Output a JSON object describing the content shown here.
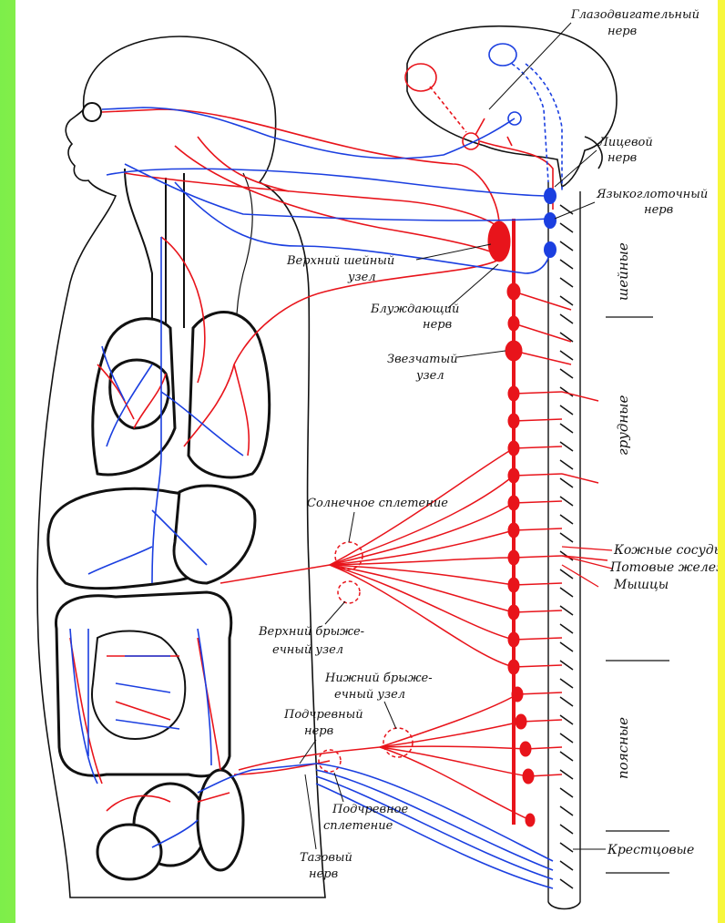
{
  "labels": {
    "oculomotor": [
      "Глазодвигательный",
      "нерв"
    ],
    "facial": [
      "Лицевой",
      "нерв"
    ],
    "glossopharyngeal": [
      "Языкоглоточный",
      "нерв"
    ],
    "superior_cervical": [
      "Верхний шейный",
      "узел"
    ],
    "vagus": [
      "Блуждающий",
      "нерв"
    ],
    "stellate": [
      "Звезчатый",
      "узел"
    ],
    "solar_plexus": [
      "Солнечное сплетение"
    ],
    "superior_mesenteric": [
      "Верхний брыже-",
      "ечный узел"
    ],
    "inferior_mesenteric": [
      "Нижний брыже-",
      "ечный узел"
    ],
    "hypogastric_nerve": [
      "Подчревный",
      "нерв"
    ],
    "hypogastric_plexus": [
      "Подчревное",
      "сплетение"
    ],
    "pelvic_nerve": [
      "Тазовый",
      "нерв"
    ],
    "skin_vessels": "Кожные сосуды",
    "sweat_glands": "Потовые железы",
    "muscles": "Мышцы",
    "sacral": "Крестцовые"
  },
  "regions": {
    "cervical": "шейные",
    "thoracic": "грудные",
    "lumbar": "поясные"
  },
  "colors": {
    "sympathetic": "#e8141b",
    "parasympathetic": "#1b3fe0",
    "outline": "#111111"
  }
}
